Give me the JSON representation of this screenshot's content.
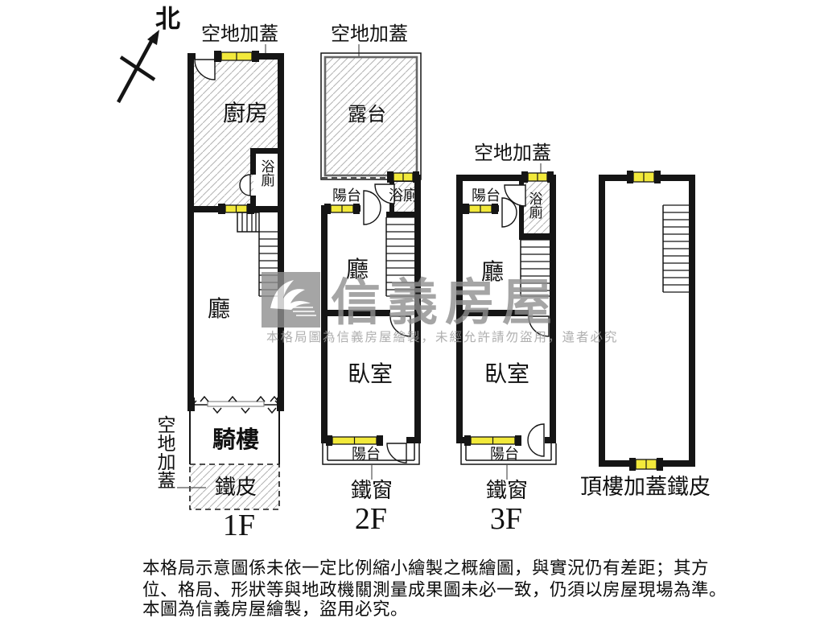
{
  "compass": {
    "north": "北"
  },
  "floor1": {
    "name": "1F",
    "top_note": "空地加蓋",
    "kitchen": "廚房",
    "bath": "浴廁",
    "living": "廳",
    "arcade": "騎樓",
    "metal_sheet": "鐵皮",
    "side_note": "空地加蓋"
  },
  "floor2": {
    "name": "2F",
    "top_note": "空地加蓋",
    "terrace": "露台",
    "front_balcony": "陽台",
    "bath": "浴廁",
    "living": "廳",
    "bedroom": "臥室",
    "rear_balcony": "陽台",
    "grille": "鐵窗"
  },
  "floor3": {
    "name": "3F",
    "top_note": "空地加蓋",
    "front_balcony": "陽台",
    "bath": "浴廁",
    "living": "廳",
    "bedroom": "臥室",
    "rear_balcony": "陽台",
    "grille": "鐵窗"
  },
  "rooftop": {
    "label": "頂樓加蓋鐵皮"
  },
  "watermark": {
    "brand": "信義房屋",
    "notice": "本格局圖為信義房屋繪製，未經允許請勿盜用，違者必究"
  },
  "disclaimer": {
    "line1": "本格局示意圖係未依一定比例縮小繪製之概繪圖，與實況仍有差距；其方",
    "line2": "位、格局、形狀等與地政機關測量成果圖未必一致，仍須以房屋現場為準。",
    "line3": "本圖為信義房屋繪製，盜用必究。"
  },
  "colors": {
    "wall": "#151515",
    "window_fill": "#f2e93b",
    "hatch_line": "#b3b3b3",
    "watermark_gray": "#8f8f8f"
  }
}
